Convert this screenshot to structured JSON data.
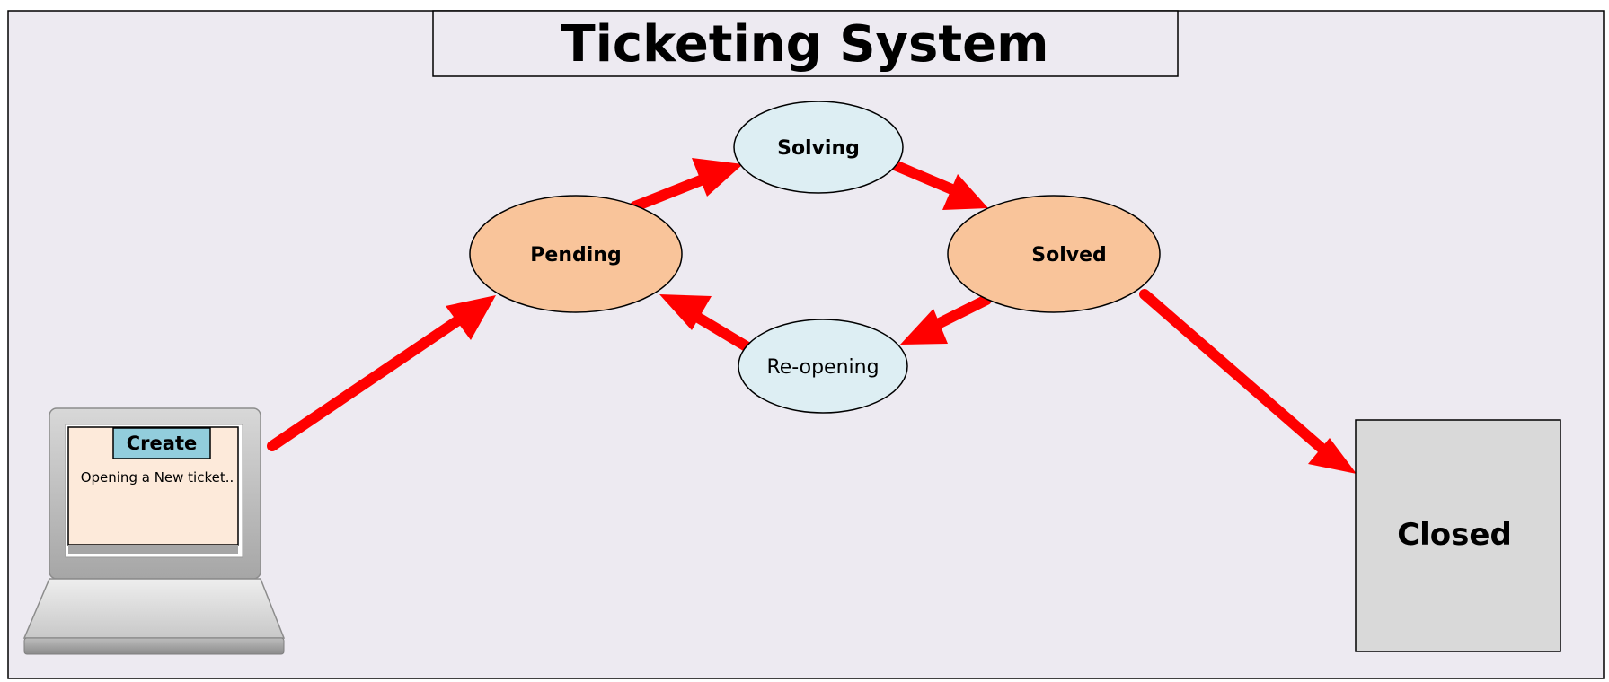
{
  "diagram": {
    "title": "Ticketing System",
    "colors": {
      "background": "#EDEAF1",
      "pending_solved_fill": "#F9C49A",
      "solving_reopening_fill": "#DDEEF3",
      "arrow": "#FF0000",
      "closed_fill": "#D9D9D9",
      "create_label_fill": "#92CDDC",
      "screen_fill": "#FDEADA"
    },
    "laptop": {
      "button_label": "Create",
      "screen_text": "Opening a New ticket.."
    },
    "nodes": {
      "pending": "Pending",
      "solving": "Solving",
      "solved": "Solved",
      "reopening": "Re-opening",
      "closed": "Closed"
    }
  }
}
